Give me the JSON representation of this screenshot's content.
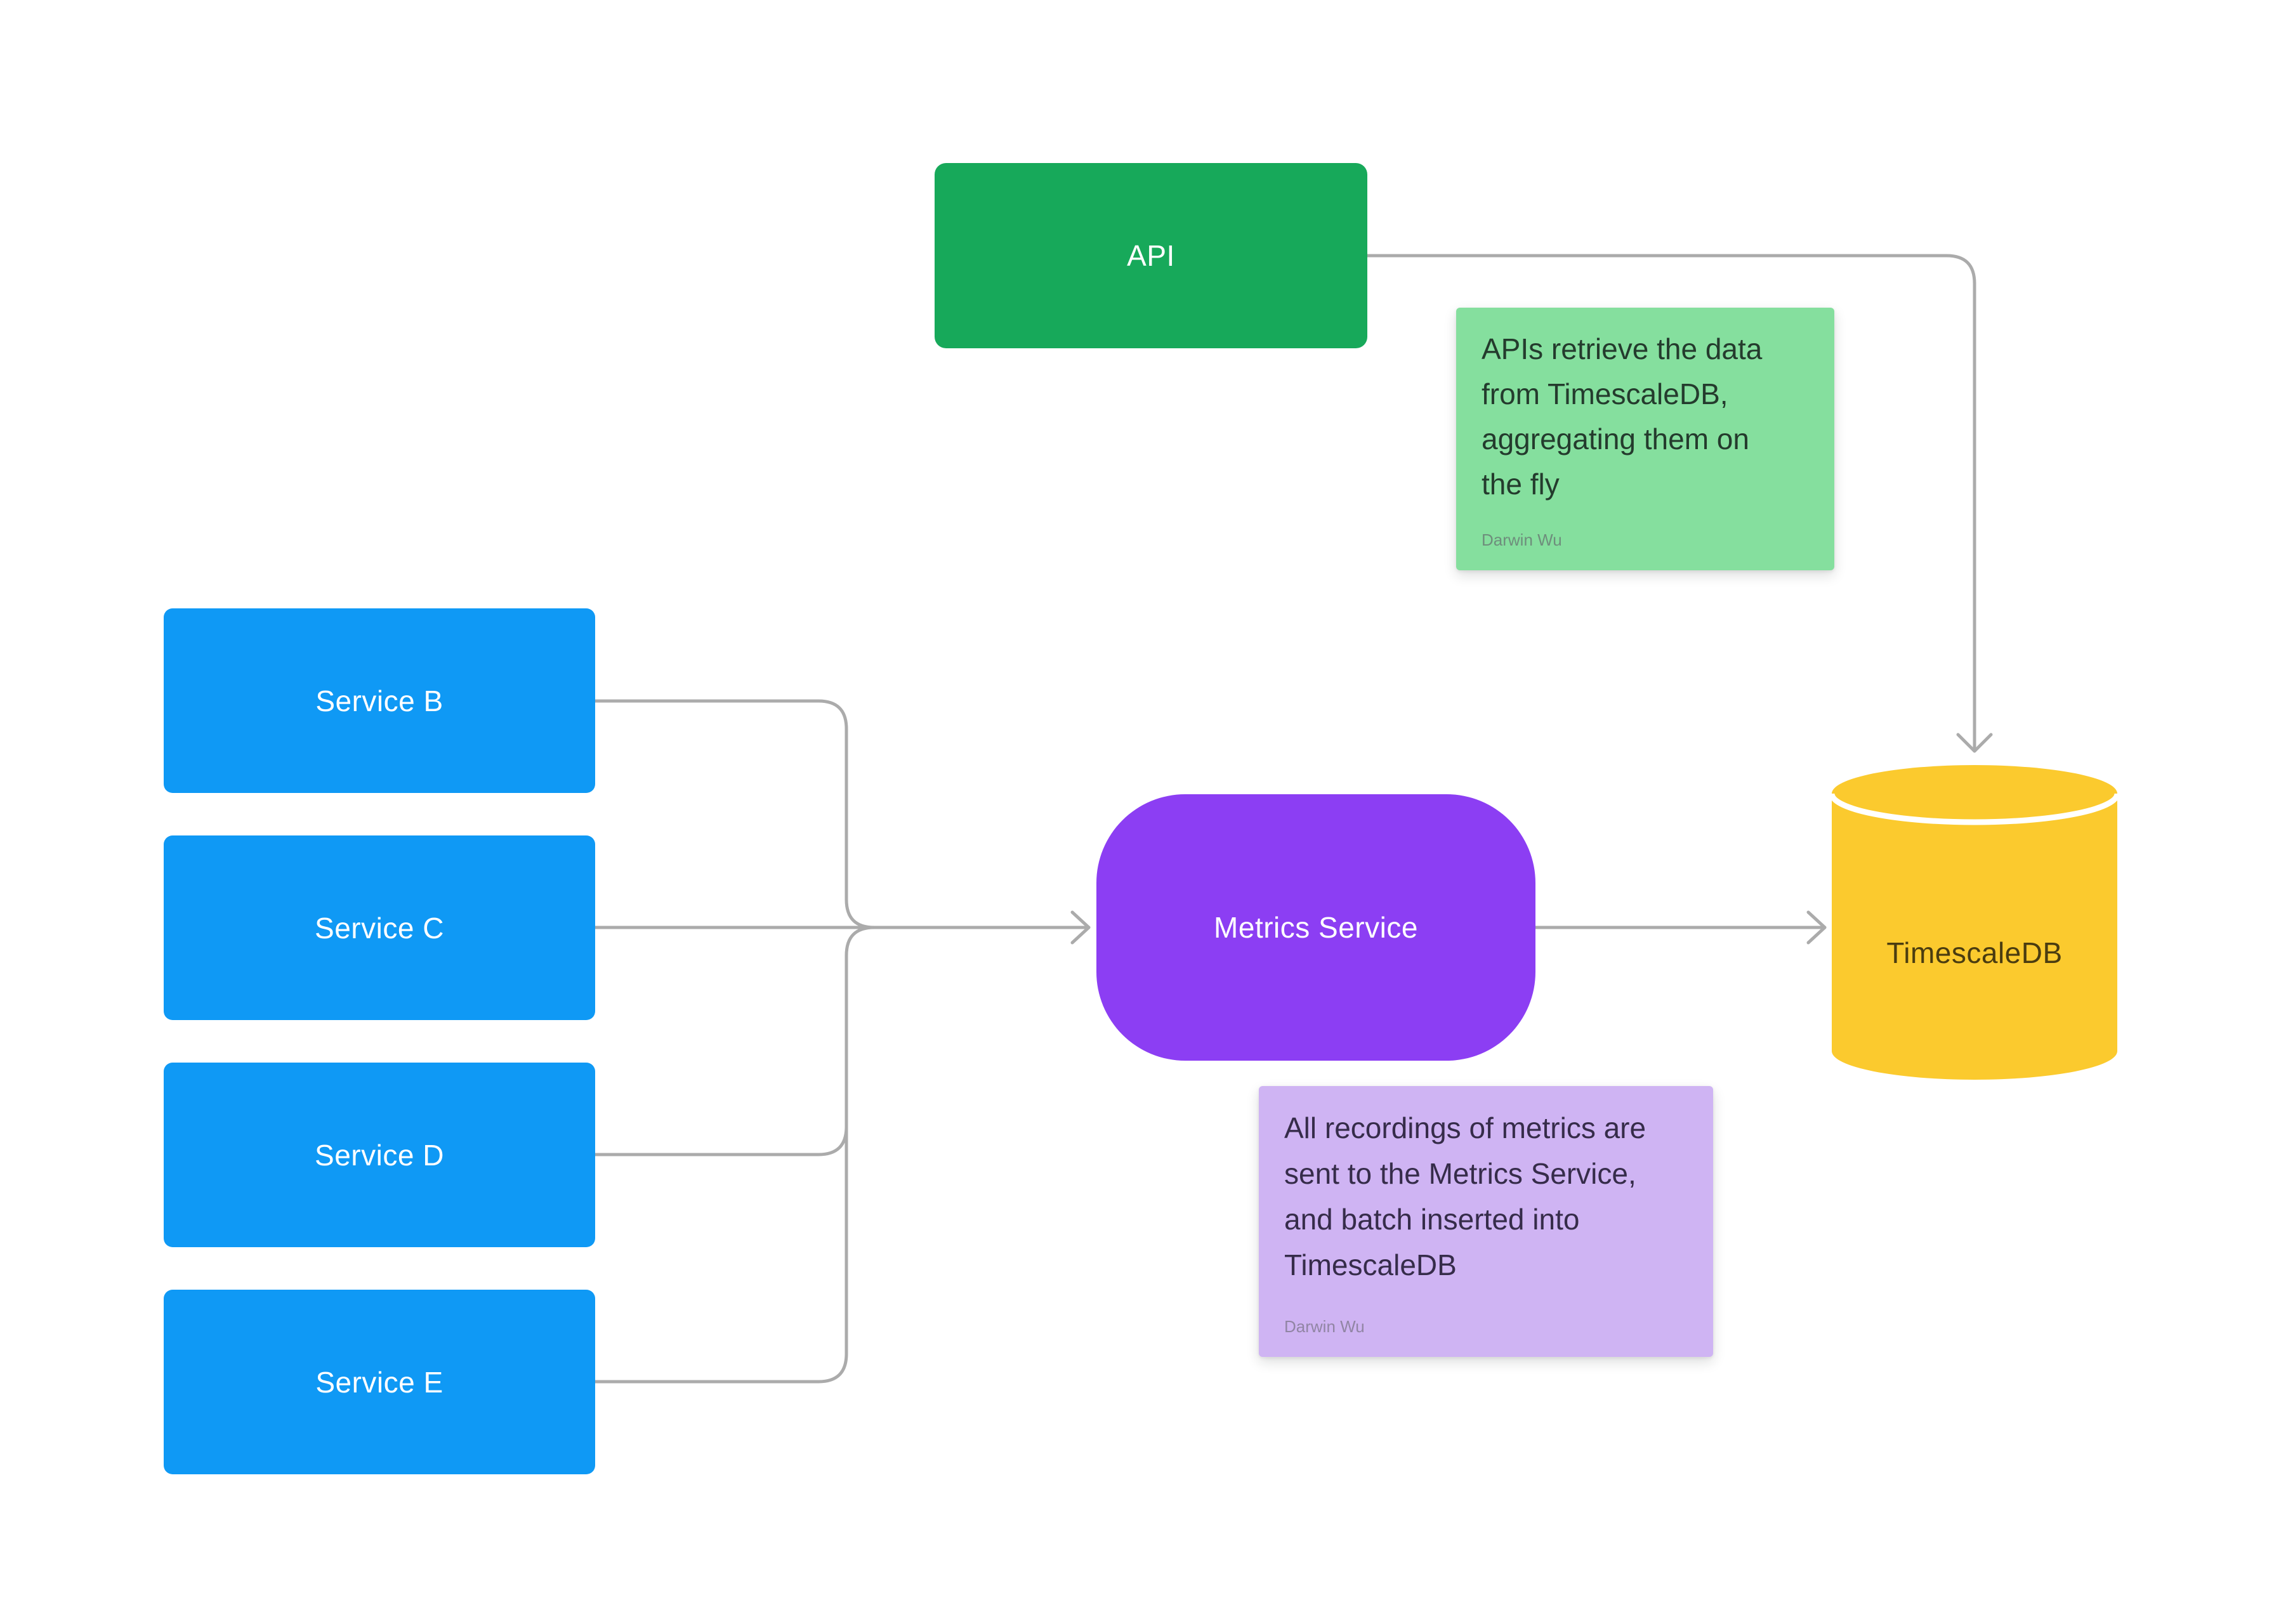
{
  "colors": {
    "canvas-bg": "#FFFFFF",
    "green": "#17A95A",
    "blue": "#0F99F5",
    "purple": "#8C3EF3",
    "yellow": "#FBCA2E",
    "cylinder-separator": "#FFFFFF",
    "note-green-bg": "#85DF9E",
    "note-purple-bg": "#CFB4F3",
    "note-green-text": "#243B2D",
    "note-purple-text": "#362C4A",
    "note-green-author": "#6E8E7C",
    "note-purple-author": "#9185A4",
    "arrow": "#ABABAB",
    "white-text": "#FFFFFF",
    "db-text": "#4A3C10"
  },
  "nodes": {
    "api": {
      "label": "API"
    },
    "service_b": {
      "label": "Service B"
    },
    "service_c": {
      "label": "Service C"
    },
    "service_d": {
      "label": "Service D"
    },
    "service_e": {
      "label": "Service E"
    },
    "metrics": {
      "label": "Metrics Service"
    },
    "timescaledb": {
      "label": "TimescaleDB"
    }
  },
  "notes": {
    "api_note": {
      "text": "APIs retrieve the data\nfrom TimescaleDB,\naggregating them on\nthe fly",
      "author": "Darwin Wu"
    },
    "metrics_note": {
      "text": "All recordings of metrics are\nsent to the Metrics Service,\nand batch inserted into\nTimescaleDB",
      "author": "Darwin Wu"
    }
  }
}
